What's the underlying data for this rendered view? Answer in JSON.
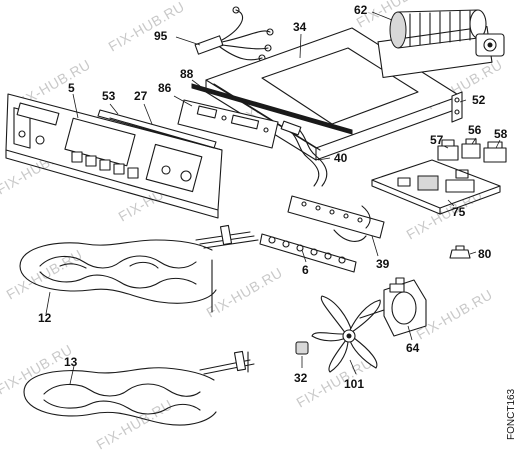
{
  "watermark_text": "FIX-HUB.RU",
  "drawing_code": "FONCT163",
  "callouts": {
    "p95": "95",
    "p34": "34",
    "p62": "62",
    "p5": "5",
    "p53": "53",
    "p27": "27",
    "p86": "86",
    "p88": "88",
    "p52": "52",
    "p57": "57",
    "p56": "56",
    "p58": "58",
    "p40": "40",
    "p75": "75",
    "p6": "6",
    "p39": "39",
    "p80": "80",
    "p12": "12",
    "p64": "64",
    "p13": "13",
    "p32": "32",
    "p101": "101"
  },
  "colors": {
    "line": "#1a1a1a",
    "watermark": "#c9c9c9",
    "background": "#ffffff"
  }
}
